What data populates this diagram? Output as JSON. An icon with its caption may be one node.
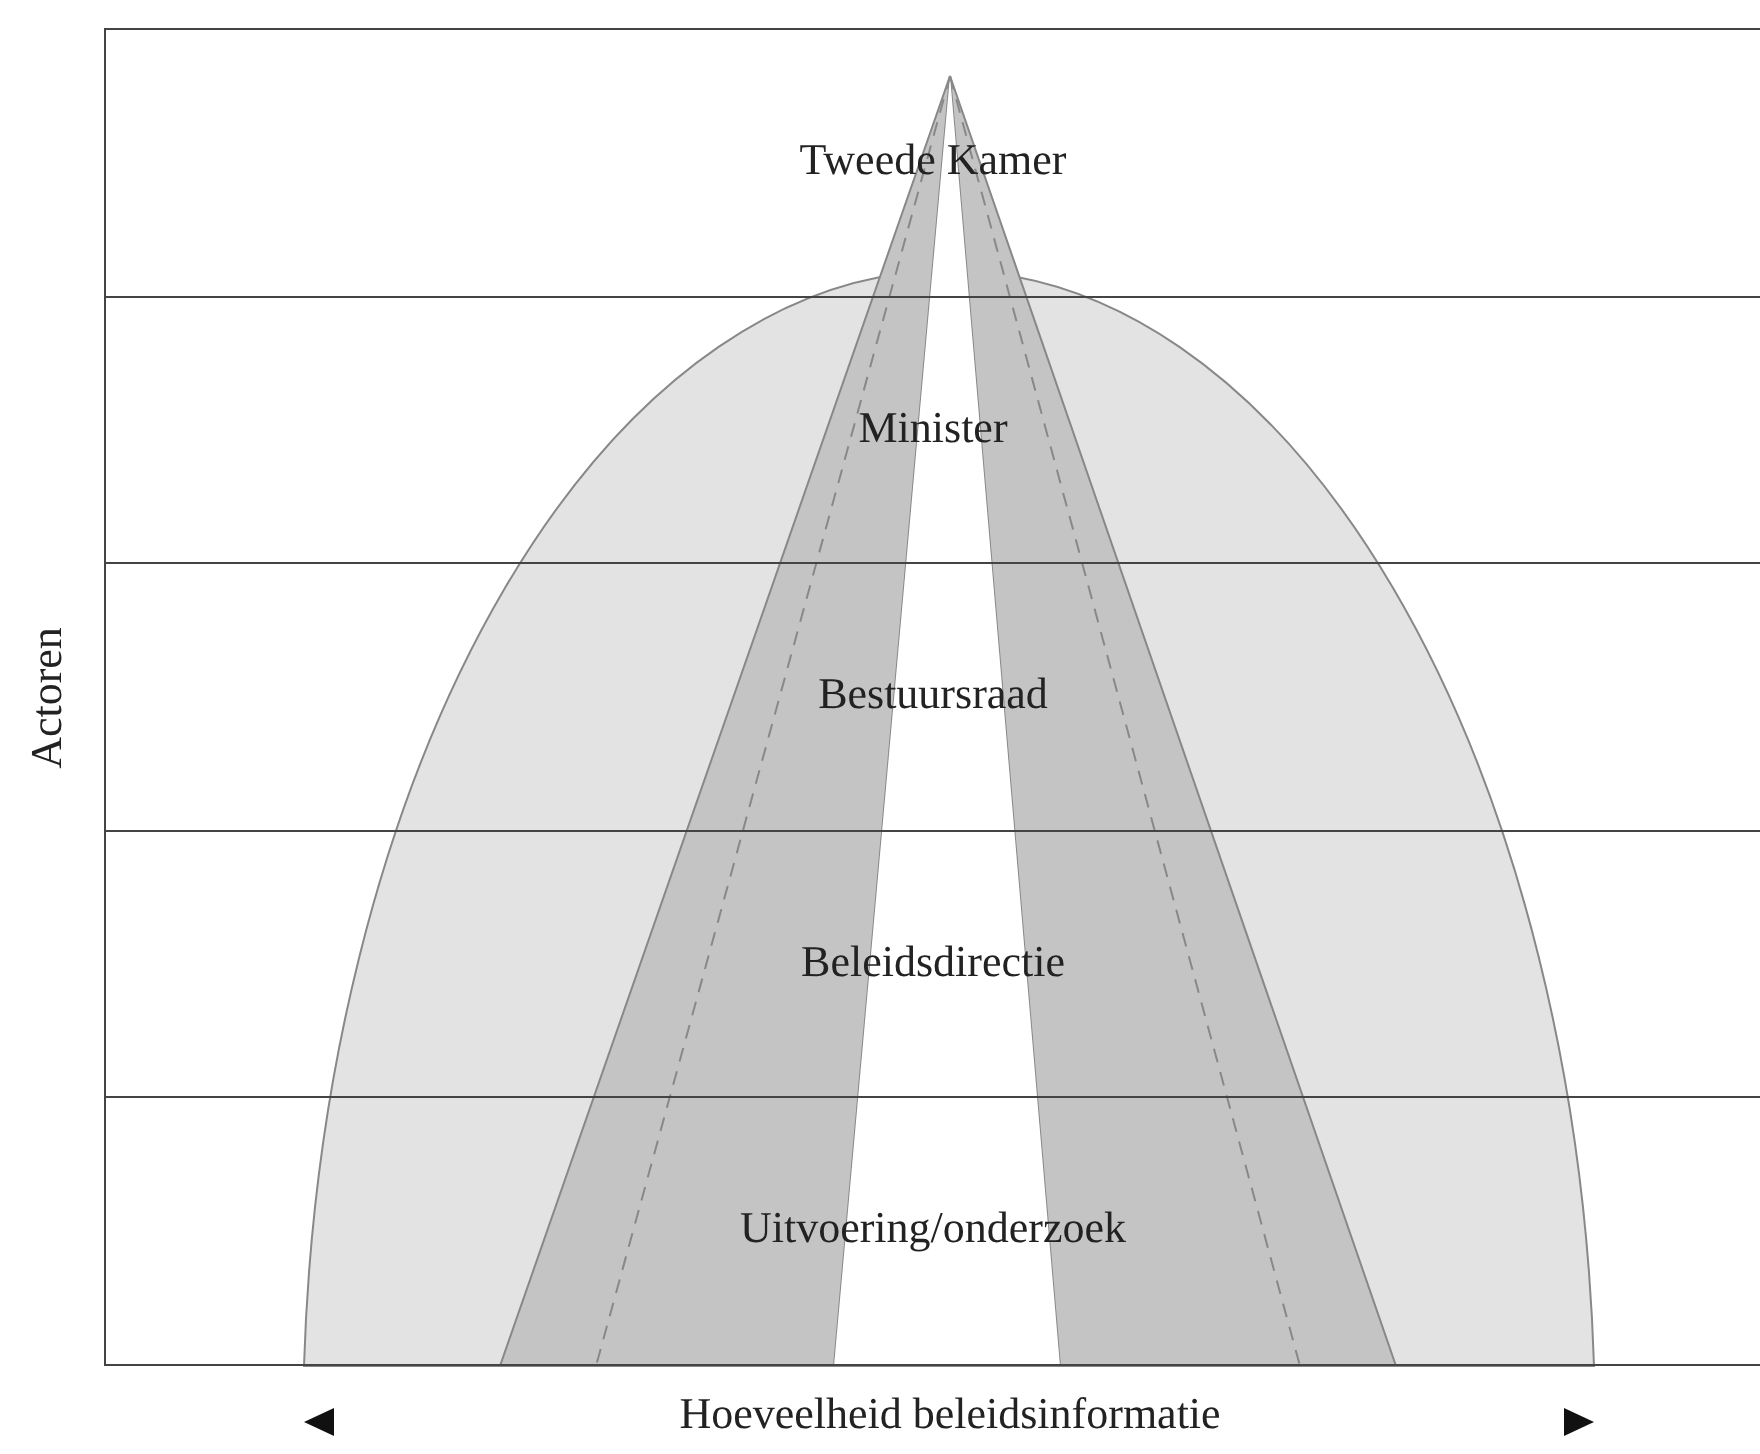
{
  "diagram": {
    "nodes": [
      {
        "text": [
          "Tweede Kamer"
        ]
      },
      {
        "text": [
          "Minister"
        ]
      },
      {
        "text": [
          "Bestuursraad"
        ]
      },
      {
        "text": [
          "Beleidsdirectie"
        ]
      },
      {
        "text": [
          "Uitvoering/onderzoek"
        ]
      }
    ],
    "labels": [
      "Actoren",
      "Hoeveelheid beleidsinformatie"
    ]
  }
}
